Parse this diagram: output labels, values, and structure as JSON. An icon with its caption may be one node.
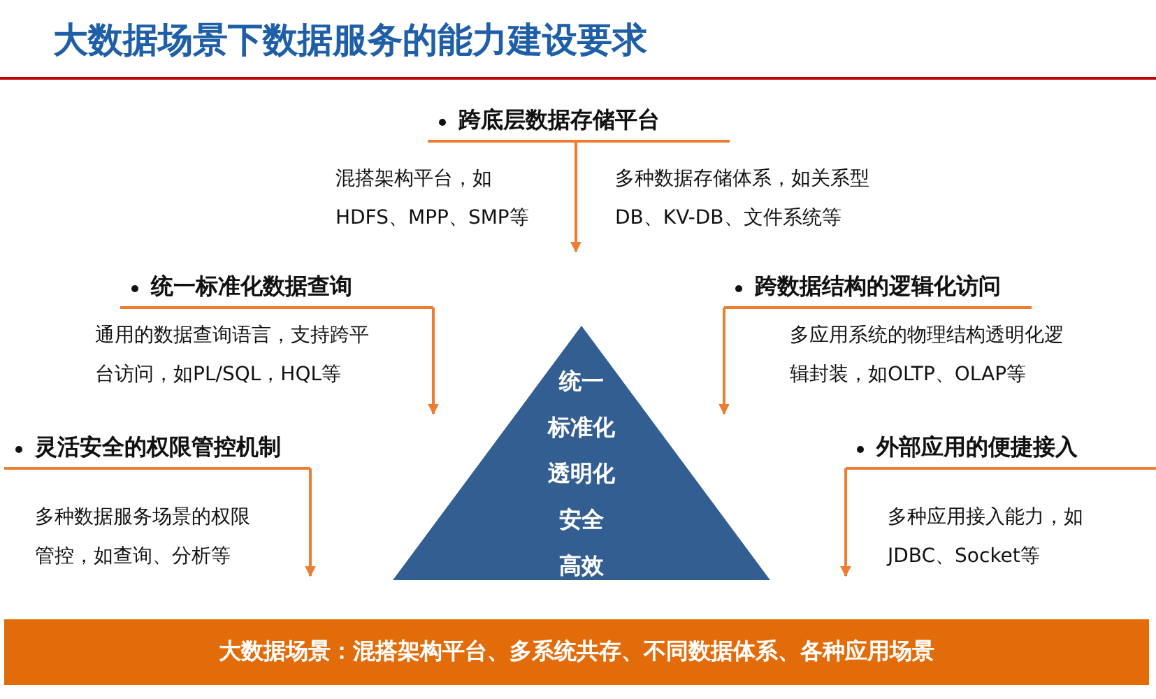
{
  "diagram": {
    "title": "大数据场景下数据服务的能力建设要求",
    "nodes": [
      {
        "text": [
          "跨底层数据存储平台"
        ],
        "beside": [
          "混搭架构平台，如HDFS、MPP、SMP等",
          "多种数据存储体系，如关系型DB、KV-DB、文件系统等"
        ]
      },
      {
        "text": [
          "统一标准化数据查询"
        ],
        "beside": [
          "通用的数据查询语言，支持跨平台访问，如PL/SQL，HQL等"
        ]
      },
      {
        "text": [
          "灵活安全的权限管控机制"
        ],
        "beside": [
          "多种数据服务场景的权限管控，如查询、分析等"
        ]
      },
      {
        "text": [
          "跨数据结构的逻辑化访问"
        ],
        "beside": [
          "多应用系统的物理结构透明化逻辑封装，如OLTP、OLAP等"
        ]
      },
      {
        "text": [
          "外部应用的便捷接入"
        ],
        "beside": [
          "多种应用接入能力，如JDBC、Socket等"
        ]
      },
      {
        "text": [
          "统一",
          "标准化",
          "透明化",
          "安全",
          "高效"
        ]
      },
      {
        "text": [
          "大数据场景：混搭架构平台、多系统共存、不同数据体系、各种应用场景"
        ]
      }
    ],
    "edges": [
      {
        "from": 0,
        "to": null,
        "arrow": "to"
      },
      {
        "from": 1,
        "to": null,
        "arrow": "to"
      },
      {
        "from": 2,
        "to": null,
        "arrow": "to"
      },
      {
        "from": 3,
        "to": null,
        "arrow": "to"
      },
      {
        "from": 4,
        "to": null,
        "arrow": "to"
      }
    ]
  }
}
